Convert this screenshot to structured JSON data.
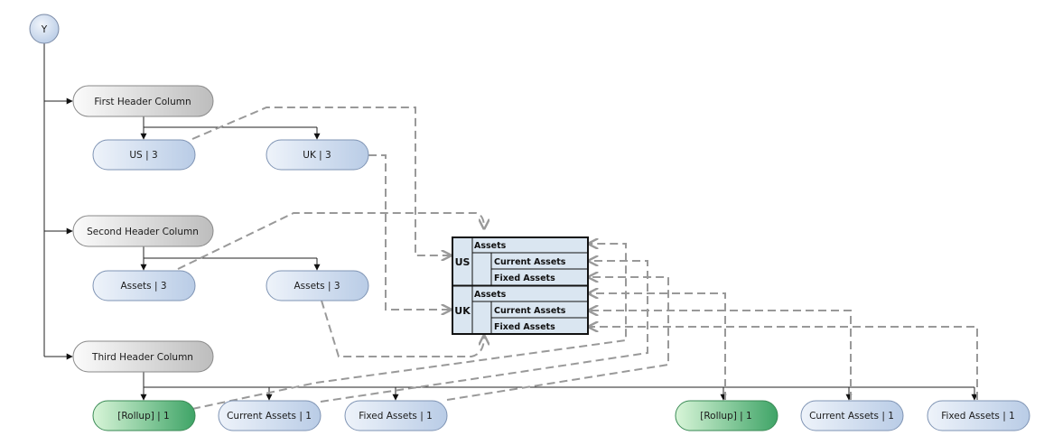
{
  "root": {
    "label": "Y"
  },
  "headers": [
    {
      "label": "First Header Column"
    },
    {
      "label": "Second Header Column"
    },
    {
      "label": "Third Header Column"
    }
  ],
  "first_children": [
    {
      "label": "US | 3"
    },
    {
      "label": "UK | 3"
    }
  ],
  "second_children": [
    {
      "label": "Assets | 3"
    },
    {
      "label": "Assets | 3"
    }
  ],
  "third_children": [
    {
      "label": "[Rollup] | 1"
    },
    {
      "label": "Current Assets | 1"
    },
    {
      "label": "Fixed Assets | 1"
    },
    {
      "label": "[Rollup] | 1"
    },
    {
      "label": "Current Assets | 1"
    },
    {
      "label": "Fixed Assets | 1"
    }
  ],
  "table": {
    "groups": [
      {
        "label": "US",
        "rows": [
          "Assets",
          "Current Assets",
          "Fixed Assets"
        ]
      },
      {
        "label": "UK",
        "rows": [
          "Assets",
          "Current Assets",
          "Fixed Assets"
        ]
      }
    ]
  },
  "colors": {
    "blue_node_start": "#eef3fa",
    "blue_node_end": "#b9cce6",
    "gray_node_start": "#fbfbfb",
    "gray_node_end": "#bdbdbd",
    "green_node_start": "#d8f5d8",
    "green_node_end": "#3fa467",
    "table_fill": "#dae6f1",
    "dash": "#999999"
  }
}
